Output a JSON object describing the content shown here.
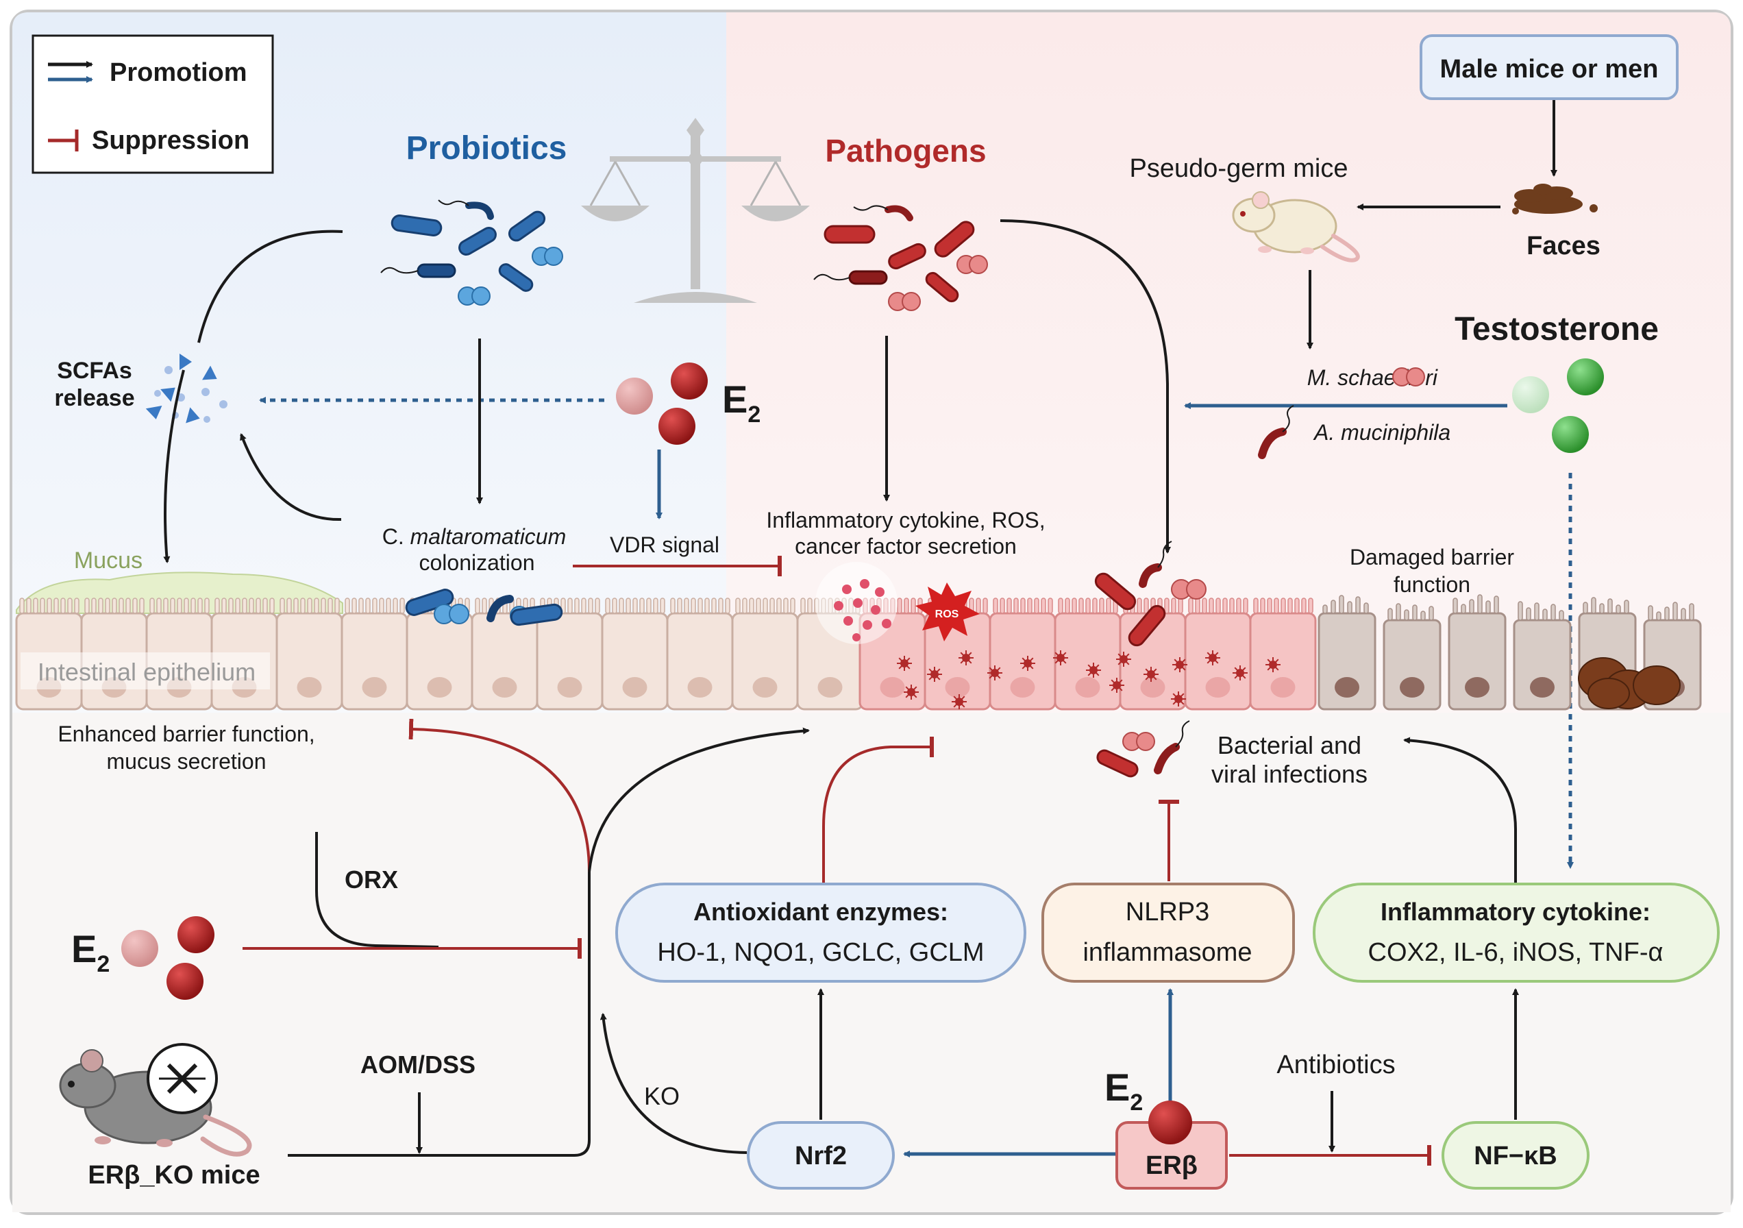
{
  "legend": {
    "promotion": "Promotiom",
    "suppression": "Suppression"
  },
  "top": {
    "probiotics": "Probiotics",
    "pathogens": "Pathogens",
    "male_mice_or_men": "Male mice or men",
    "pseudo_germ_mice": "Pseudo-germ mice",
    "faces": "Faces",
    "testosterone": "Testosterone",
    "m_schaedleri": "M. schaedleri",
    "a_muciniphila": "A. muciniphila"
  },
  "middle": {
    "scfas_line1": "SCFAs",
    "scfas_line2": "release",
    "e2_main": "E",
    "e2_sub": "2",
    "c_malt_prefix": "C.",
    "c_malt_italic": "maltaromaticum",
    "colonization": "colonization",
    "vdr_signal": "VDR signal",
    "inflam_line1": "Inflammatory cytokine, ROS,",
    "inflam_line2": "cancer factor secretion",
    "damaged_line1": "Damaged barrier",
    "damaged_line2": "function",
    "mucus": "Mucus",
    "intestinal_epithelium": "Intestinal epithelium",
    "ros": "ROS",
    "enhanced_line1": "Enhanced barrier function,",
    "enhanced_line2": "mucus secretion",
    "bacterial_line1": "Bacterial and",
    "bacterial_line2": "viral infections"
  },
  "bottom": {
    "orx": "ORX",
    "e2_main": "E",
    "e2_sub": "2",
    "aom_dss": "AOM/DSS",
    "erb_ko_mice": "ERβ_KO mice",
    "ko": "KO",
    "antioxidant_title": "Antioxidant enzymes:",
    "antioxidant_list": "HO-1, NQO1, GCLC, GCLM",
    "nlrp3_line1": "NLRP3",
    "nlrp3_line2": "inflammasome",
    "cytokine_title": "Inflammatory cytokine:",
    "cytokine_list": "COX2,  IL-6, iNOS, TNF-α",
    "nrf2": "Nrf2",
    "erb": "ERβ",
    "erb_e2_main": "E",
    "erb_e2_sub": "2",
    "antibiotics": "Antibiotics",
    "nfkb": "NF−κB"
  },
  "colors": {
    "promotion_black": "#1a1a1a",
    "promotion_blue": "#2e5f8f",
    "suppression_red": "#a52a2a",
    "probiotic_blue": "#1f5fa0",
    "pathogen_red": "#b02a2a",
    "testosterone_green": "#3ea93e"
  }
}
